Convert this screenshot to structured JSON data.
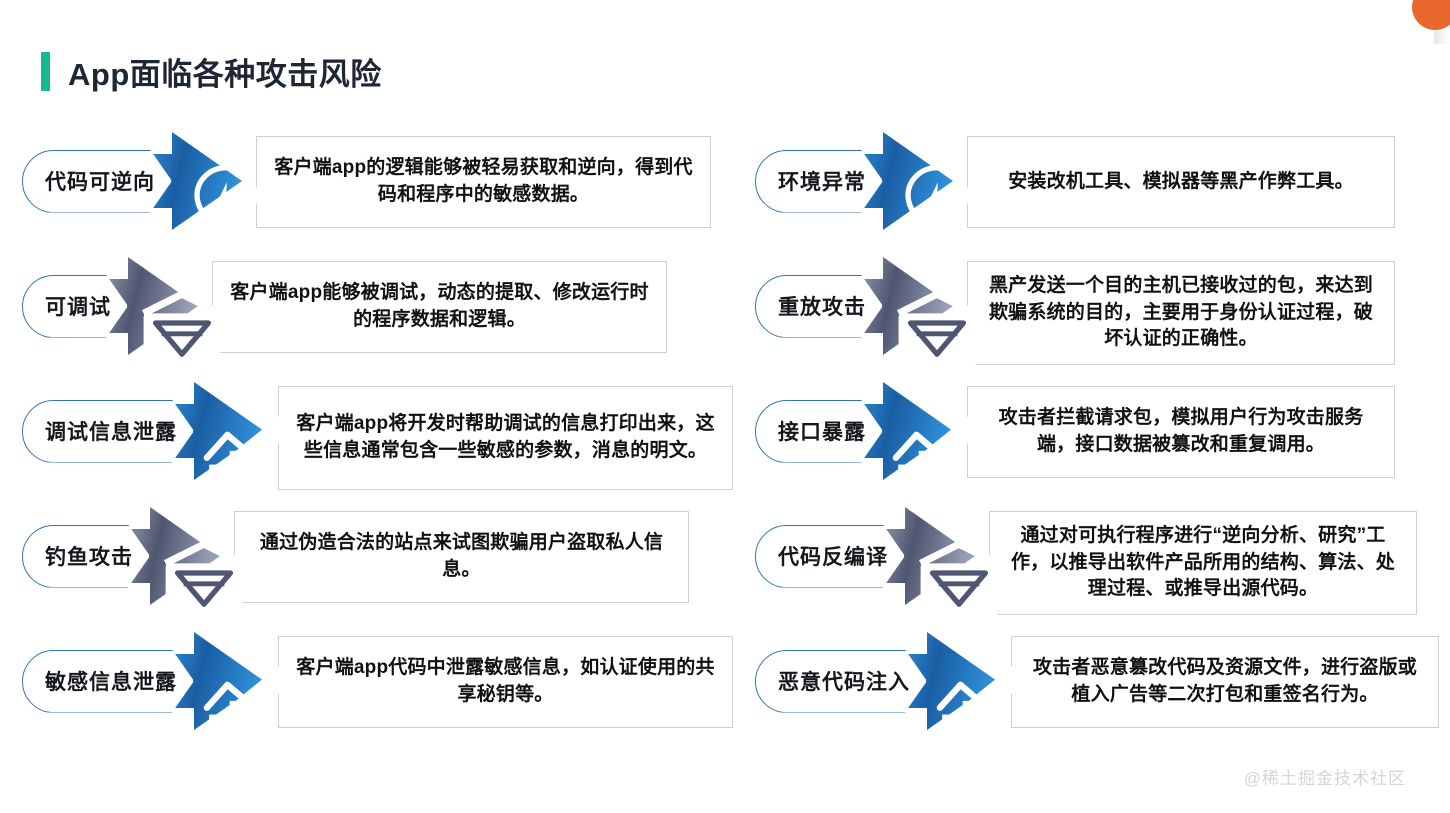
{
  "slide": {
    "title": "App面临各种攻击风险",
    "accent_color": "#17b793",
    "watermark": "@稀土掘金技术社区",
    "corner_badge_color": "#e8672f"
  },
  "colors": {
    "arrow_blue_dark": "#1a5ea3",
    "arrow_blue_light": "#2f8fd8",
    "arrow_gray_dark": "#4e5671",
    "arrow_gray_light": "#9aa1b5",
    "pill_border": "#2f76b7",
    "box_border": "#cfcfd3",
    "text": "#0f1113"
  },
  "left_column": [
    {
      "label": "代码可逆向",
      "icon": "lightbulb-icon",
      "theme": "blue",
      "description": "客户端app的逻辑能够被轻易获取和逆向，得到代码和程序中的敏感数据。"
    },
    {
      "label": "可调试",
      "icon": "envelope-icon",
      "theme": "gray",
      "description": "客户端app能够被调试，动态的提取、修改运行时的程序数据和逻辑。"
    },
    {
      "label": "调试信息泄露",
      "icon": "chart-trend-icon",
      "theme": "blue",
      "description": "客户端app将开发时帮助调试的信息打印出来，这些信息通常包含一些敏感的参数，消息的明文。"
    },
    {
      "label": "钓鱼攻击",
      "icon": "envelope-icon",
      "theme": "gray",
      "description": "通过伪造合法的站点来试图欺骗用户盗取私人信息。"
    },
    {
      "label": "敏感信息泄露",
      "icon": "chart-trend-icon",
      "theme": "blue",
      "description": "客户端app代码中泄露敏感信息，如认证使用的共享秘钥等。"
    }
  ],
  "right_column": [
    {
      "label": "环境异常",
      "icon": "lightbulb-icon",
      "theme": "blue",
      "description": "安装改机工具、模拟器等黑产作弊工具。"
    },
    {
      "label": "重放攻击",
      "icon": "envelope-icon",
      "theme": "gray",
      "description": "黑产发送一个目的主机已接收过的包，来达到欺骗系统的目的，主要用于身份认证过程，破坏认证的正确性。"
    },
    {
      "label": "接口暴露",
      "icon": "chart-trend-icon",
      "theme": "blue",
      "description": "攻击者拦截请求包，模拟用户行为攻击服务端，接口数据被篡改和重复调用。"
    },
    {
      "label": "代码反编译",
      "icon": "envelope-icon",
      "theme": "gray",
      "description": "通过对可执行程序进行“逆向分析、研究”工作，以推导出软件产品所用的结构、算法、处理过程、或推导出源代码。"
    },
    {
      "label": "恶意代码注入",
      "icon": "chart-trend-icon",
      "theme": "blue",
      "description": "攻击者恶意篡改代码及资源文件，进行盗版或植入广告等二次打包和重签名行为。"
    }
  ]
}
